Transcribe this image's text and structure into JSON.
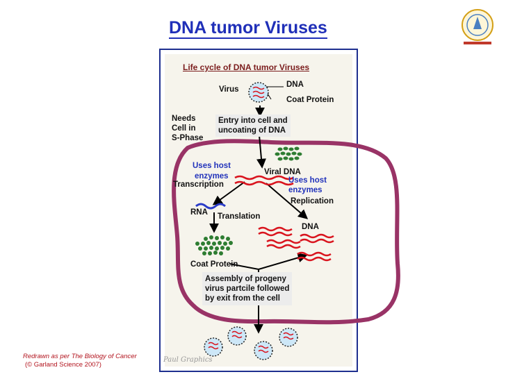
{
  "slide": {
    "title": "DNA tumor Viruses"
  },
  "diagram": {
    "title": "Life cycle of DNA tumor Viruses",
    "virus_label": "Virus",
    "dna_label": "DNA",
    "coat_protein_label": "Coat Protein",
    "needs_s_phase": [
      "Needs",
      "Cell in",
      "S-Phase"
    ],
    "entry_box": [
      "Entry into cell and",
      "uncoating of DNA"
    ],
    "uses_host_left": [
      "Uses host",
      "enzymes"
    ],
    "viral_dna_label": "Viral DNA",
    "uses_host_right": [
      "Uses host",
      "enzymes"
    ],
    "transcription_label": "Transcription",
    "replication_label": "Replication",
    "rna_label": "RNA",
    "translation_label": "Translation",
    "dna_product_label": "DNA",
    "coat_protein_product_label": "Coat Protein",
    "assembly_box": [
      "Assembly  of  progeny",
      "virus partcile followed",
      "by exit from the cell"
    ],
    "watermark": "Paul Graphics"
  },
  "credits": {
    "line1": "Redrawn as per The Biology of Cancer",
    "line2": "(© Garland Science 2007)"
  },
  "colors": {
    "title": "#1f2fb8",
    "cell_membrane": "#993366",
    "dna": "#d9141e",
    "rna": "#2a3cc8",
    "protein": "#2e7d32"
  }
}
